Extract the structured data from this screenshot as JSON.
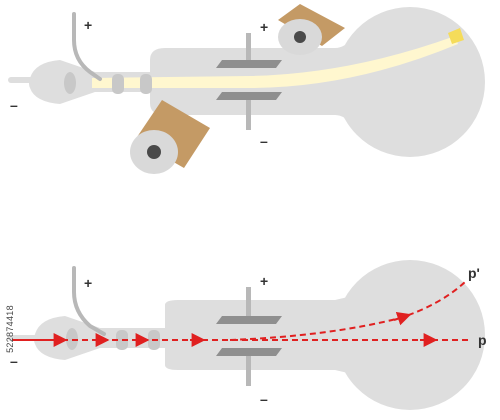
{
  "labels": {
    "top_plus_left": "+",
    "top_minus_left": "–",
    "top_plus_plate": "+",
    "top_minus_plate": "–",
    "bottom_plus_left": "+",
    "bottom_minus_left": "–",
    "bottom_plus_plate": "+",
    "bottom_minus_plate": "–",
    "path_p_prime": "p'",
    "path_p": "p"
  },
  "stock_id": "522874418",
  "colors": {
    "glass": "#dedede",
    "glass_edge": "#cfcfcf",
    "metal": "#b8b8b8",
    "plate": "#8f8f8f",
    "beam": "#fff7cf",
    "screen_spot": "#f5dc5a",
    "magnet": "#c49a65",
    "magnet_face": "#d9d9d9",
    "magnet_core": "#4a4a4a",
    "ray": "#e02020",
    "label": "#333333"
  }
}
